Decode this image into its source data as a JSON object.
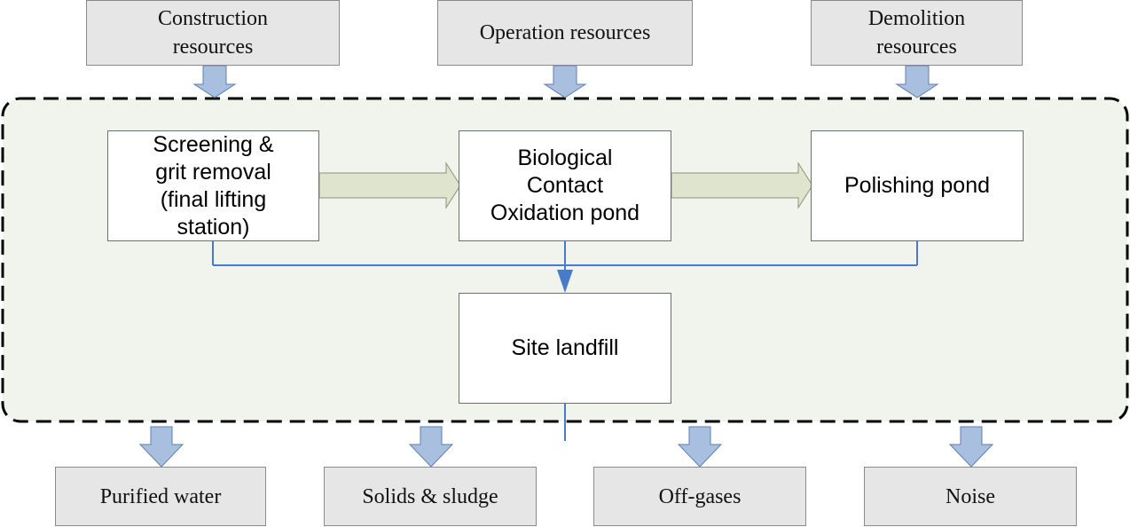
{
  "colors": {
    "system_fill": "#f1f4ec",
    "system_border": "#000000",
    "resource_fill": "#e6e6e6",
    "resource_border": "#8a8a8a",
    "down_arrow_fill": "#a9bfe0",
    "down_arrow_stroke": "#5f7fae",
    "flow_arrow_fill": "#dfe4cf",
    "flow_arrow_stroke": "#8c9476",
    "connector_line": "#4a7bc8"
  },
  "inputs": {
    "construction": "Construction\nresources",
    "operation": "Operation resources",
    "demolition": "Demolition\nresources"
  },
  "processes": {
    "screening": "Screening &\ngrit removal\n(final lifting\nstation)",
    "biological": "Biological\nContact\nOxidation pond",
    "polishing": "Polishing pond",
    "landfill": "Site landfill"
  },
  "outputs": {
    "purified_water": "Purified water",
    "solids_sludge": "Solids & sludge",
    "off_gases": "Off-gases",
    "noise": "Noise"
  }
}
